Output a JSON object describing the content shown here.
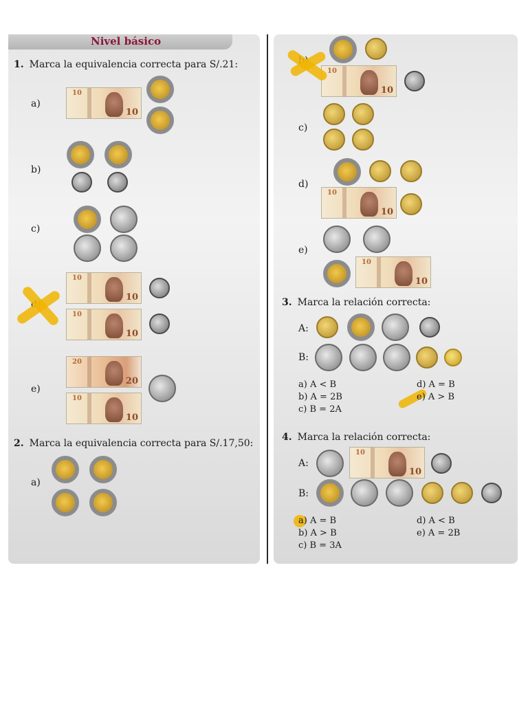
{
  "header": {
    "title": "Nivel básico"
  },
  "q1": {
    "num": "1.",
    "text": "Marca la equivalencia correcta para S/.21:",
    "options": [
      "a)",
      "b)",
      "c)",
      "d)",
      "e)"
    ]
  },
  "q2": {
    "num": "2.",
    "text": "Marca la equivalencia correcta para S/.17,50:",
    "options_left": [
      "a)"
    ],
    "options_right": [
      "b)",
      "c)",
      "d)",
      "e)"
    ]
  },
  "q3": {
    "num": "3.",
    "text": "Marca la relación correcta:",
    "row_a": "A:",
    "row_b": "B:",
    "answers": {
      "a": "a) A  < B",
      "b": "b) A = 2B",
      "c": "c) B = 2A",
      "d": "d)  A = B",
      "e": "e)  A > B"
    }
  },
  "q4": {
    "num": "4.",
    "text": "Marca la relación correcta:",
    "row_a": "A:",
    "row_b": "B:",
    "answers": {
      "a": "a) A  = B",
      "b": "b) A > B",
      "c": "c) B = 3A",
      "d": "d)  A < B",
      "e": "e)  A = 2B"
    }
  },
  "money": {
    "bill10": "10",
    "bill20": "20"
  },
  "colors": {
    "header_text": "#8a1538",
    "highlight": "#f0b400"
  }
}
